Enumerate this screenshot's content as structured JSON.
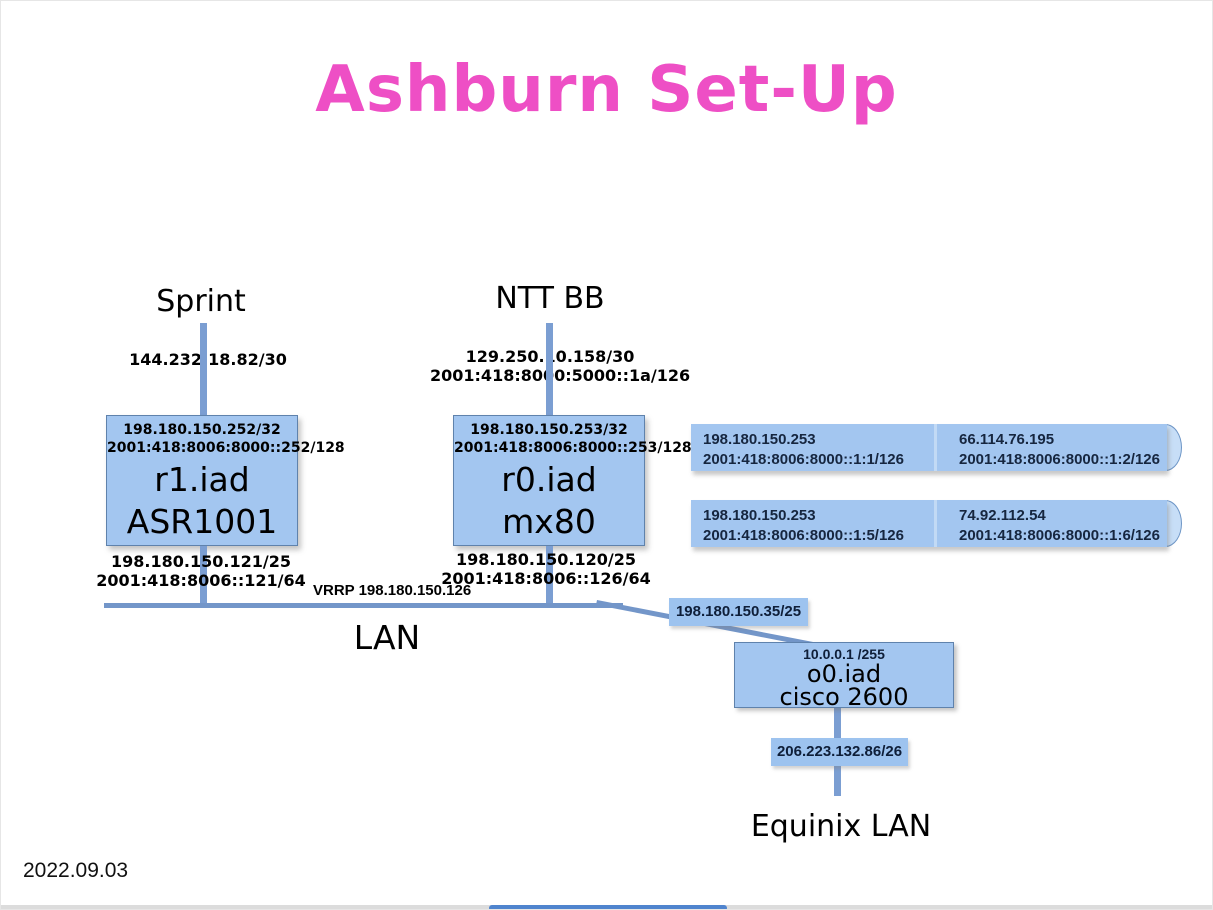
{
  "title": "Ashburn Set-Up",
  "date": "2022.09.03",
  "labels": {
    "sprint": "Sprint",
    "ntt": "NTT BB",
    "lan": "LAN",
    "equinix": "Equinix LAN",
    "vrrp": "VRRP 198.180.150.126"
  },
  "links": {
    "sprint_ip4": "144.232.18.82/30",
    "ntt_ip4": "129.250.10.158/30",
    "ntt_ip6": "2001:418:8000:5000::1a/126",
    "r1_lan_ip4": "198.180.150.121/25",
    "r1_lan_ip6": "2001:418:8006::121/64",
    "r0_lan_ip4": "198.180.150.120/25",
    "r0_lan_ip6": "2001:418:8006::126/64",
    "o0_lan_ip4": "198.180.150.35/25",
    "equinix_ip4": "206.223.132.86/26"
  },
  "routers": {
    "r1": {
      "ip4": "198.180.150.252/32",
      "ip6": "2001:418:8006:8000::252/128",
      "name": "r1.iad",
      "model": "ASR1001"
    },
    "r0": {
      "ip4": "198.180.150.253/32",
      "ip6": "2001:418:8006:8000::253/128",
      "name": "r0.iad",
      "model": "mx80"
    },
    "o0": {
      "ip": "10.0.0.1 /255",
      "name": "o0.iad",
      "model": "cisco 2600"
    }
  },
  "tubes": [
    {
      "left_ip4": "198.180.150.253",
      "left_ip6": "2001:418:8006:8000::1:1/126",
      "right_ip4": "66.114.76.195",
      "right_ip6": "2001:418:8006:8000::1:2/126"
    },
    {
      "left_ip4": "198.180.150.253",
      "left_ip6": "2001:418:8006:8000::1:5/126",
      "right_ip4": "74.92.112.54",
      "right_ip6": "2001:418:8006:8000::1:6/126"
    }
  ],
  "colors": {
    "title_pink": "#ee4fc5",
    "node_fill": "#a3c6f0",
    "node_border": "#5f82ac",
    "line_blue": "#7396c9",
    "tag_fill": "#9dc3ef",
    "dark_navy_text": "#16263f",
    "scrollbar_thumb": "#4f84ce"
  }
}
